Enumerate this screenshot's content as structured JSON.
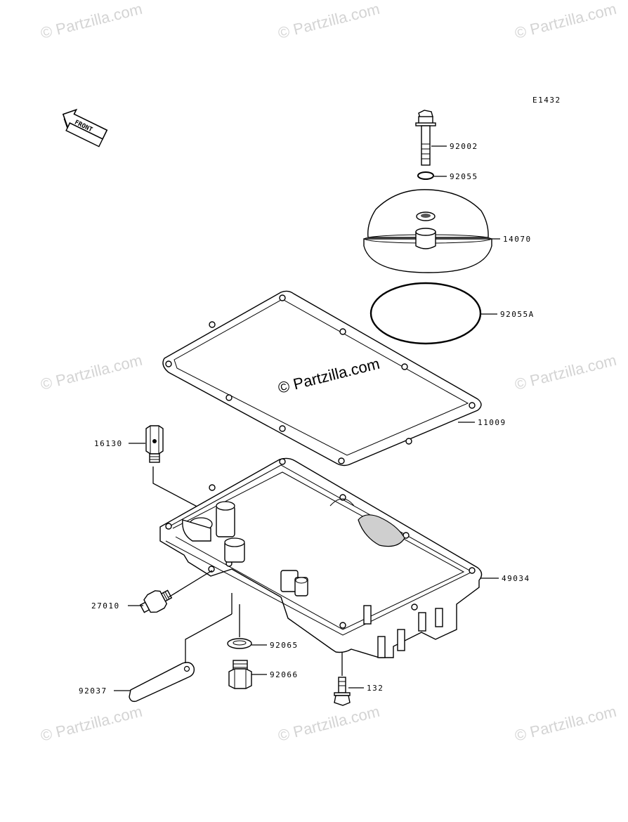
{
  "diagram": {
    "code": "E1432",
    "front_label": "FRONT",
    "center_watermark": "© Partzilla.com",
    "watermark": "© Partzilla.com",
    "parts": [
      {
        "id": "bolt-top",
        "label": "92002"
      },
      {
        "id": "oring-small",
        "label": "92055"
      },
      {
        "id": "cover",
        "label": "14070"
      },
      {
        "id": "oring-large",
        "label": "92055A"
      },
      {
        "id": "gasket",
        "label": "11009"
      },
      {
        "id": "fitting",
        "label": "16130"
      },
      {
        "id": "oil-pan",
        "label": "49034"
      },
      {
        "id": "switch",
        "label": "27010"
      },
      {
        "id": "washer",
        "label": "92065"
      },
      {
        "id": "drain-plug",
        "label": "92066"
      },
      {
        "id": "pan-bolt",
        "label": "132"
      },
      {
        "id": "strap",
        "label": "92037"
      }
    ]
  }
}
